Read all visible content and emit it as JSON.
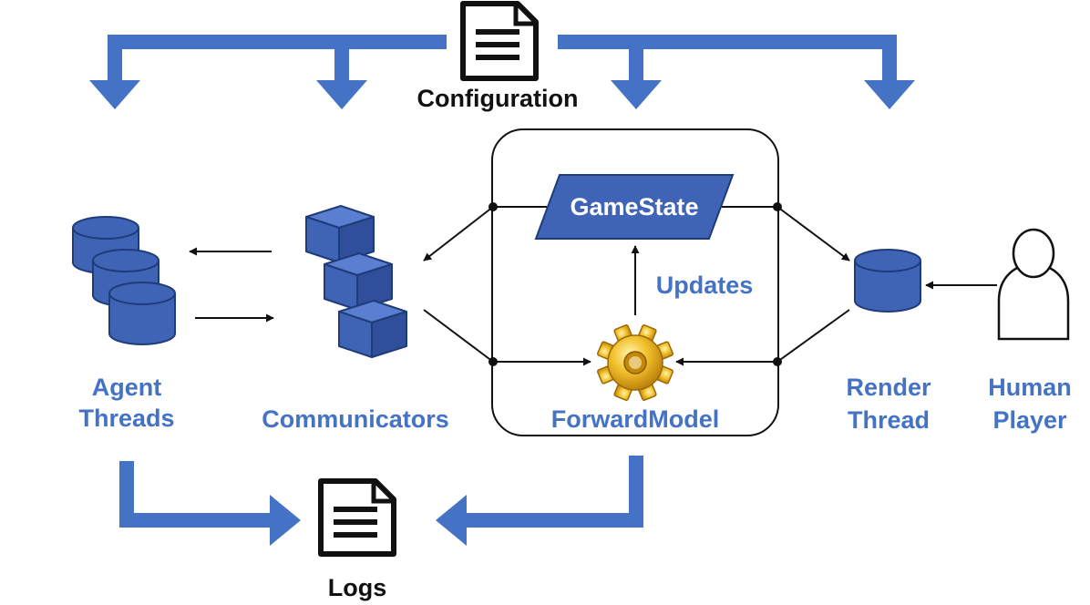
{
  "labels": {
    "configuration": "Configuration",
    "logs": "Logs",
    "agent_threads_line1": "Agent",
    "agent_threads_line2": "Threads",
    "communicators": "Communicators",
    "game_state": "GameState",
    "updates": "Updates",
    "forward_model": "ForwardModel",
    "render_thread_line1": "Render",
    "render_thread_line2": "Thread",
    "human_player_line1": "Human",
    "human_player_line2": "Player"
  },
  "colors": {
    "blue_arrow": "#4472c4",
    "label_blue": "#4472c4",
    "shape_fill": "#3f63b5",
    "shape_stroke": "#1f3c7a",
    "gear_gold": "#e8a814",
    "line": "#111111"
  },
  "icons": {
    "configuration": "document-icon",
    "logs": "document-icon",
    "agent_threads": "database-stack-icon",
    "communicators": "cube-stack-icon",
    "forward_model": "gear-icon",
    "render_thread": "database-icon",
    "human_player": "user-icon"
  }
}
